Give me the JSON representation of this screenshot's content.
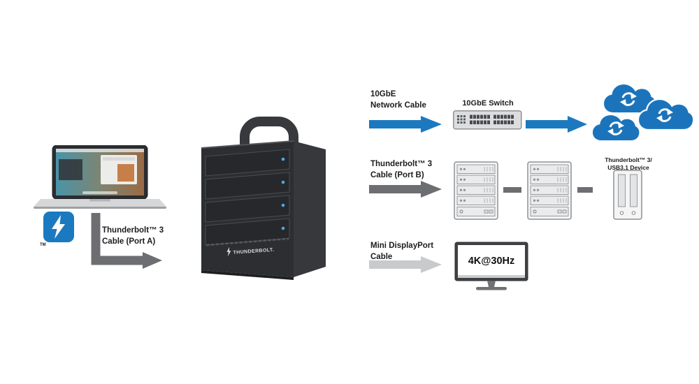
{
  "left": {
    "thunderbolt_tm": "TM",
    "cable_a_label": "Thunderbolt™ 3\nCable (Port A)"
  },
  "device": {
    "brand": "THUNDERBOLT."
  },
  "rows": {
    "network": {
      "cable_label": "10GbE\nNetwork Cable",
      "switch_label": "10GbE Switch"
    },
    "daisy": {
      "cable_label": "Thunderbolt™ 3\nCable (Port B)",
      "device_label": "Thunderbolt™ 3/\nUSB3.1 Device"
    },
    "display": {
      "cable_label": "Mini DisplayPort\nCable",
      "resolution": "4K@30Hz"
    }
  },
  "colors": {
    "arrow_blue": "#1c79bf",
    "cloud_blue": "#1b74bb",
    "arrow_dark_gray": "#6d6e71",
    "arrow_light_gray": "#c9cacc",
    "enclosure_black": "#2c2e31",
    "led_blue": "#4fa8e8"
  },
  "icons": {
    "thunderbolt-logo": "blue rounded square with white lightning bolt",
    "cloud-sync": "cloud with circular refresh arrows",
    "network-switch": "rack switch front with port grid",
    "raid-tower": "4-bay enclosure front outline",
    "usb-device": "dual-slot device outline",
    "monitor": "desktop display",
    "arrow": "thick block arrow"
  }
}
